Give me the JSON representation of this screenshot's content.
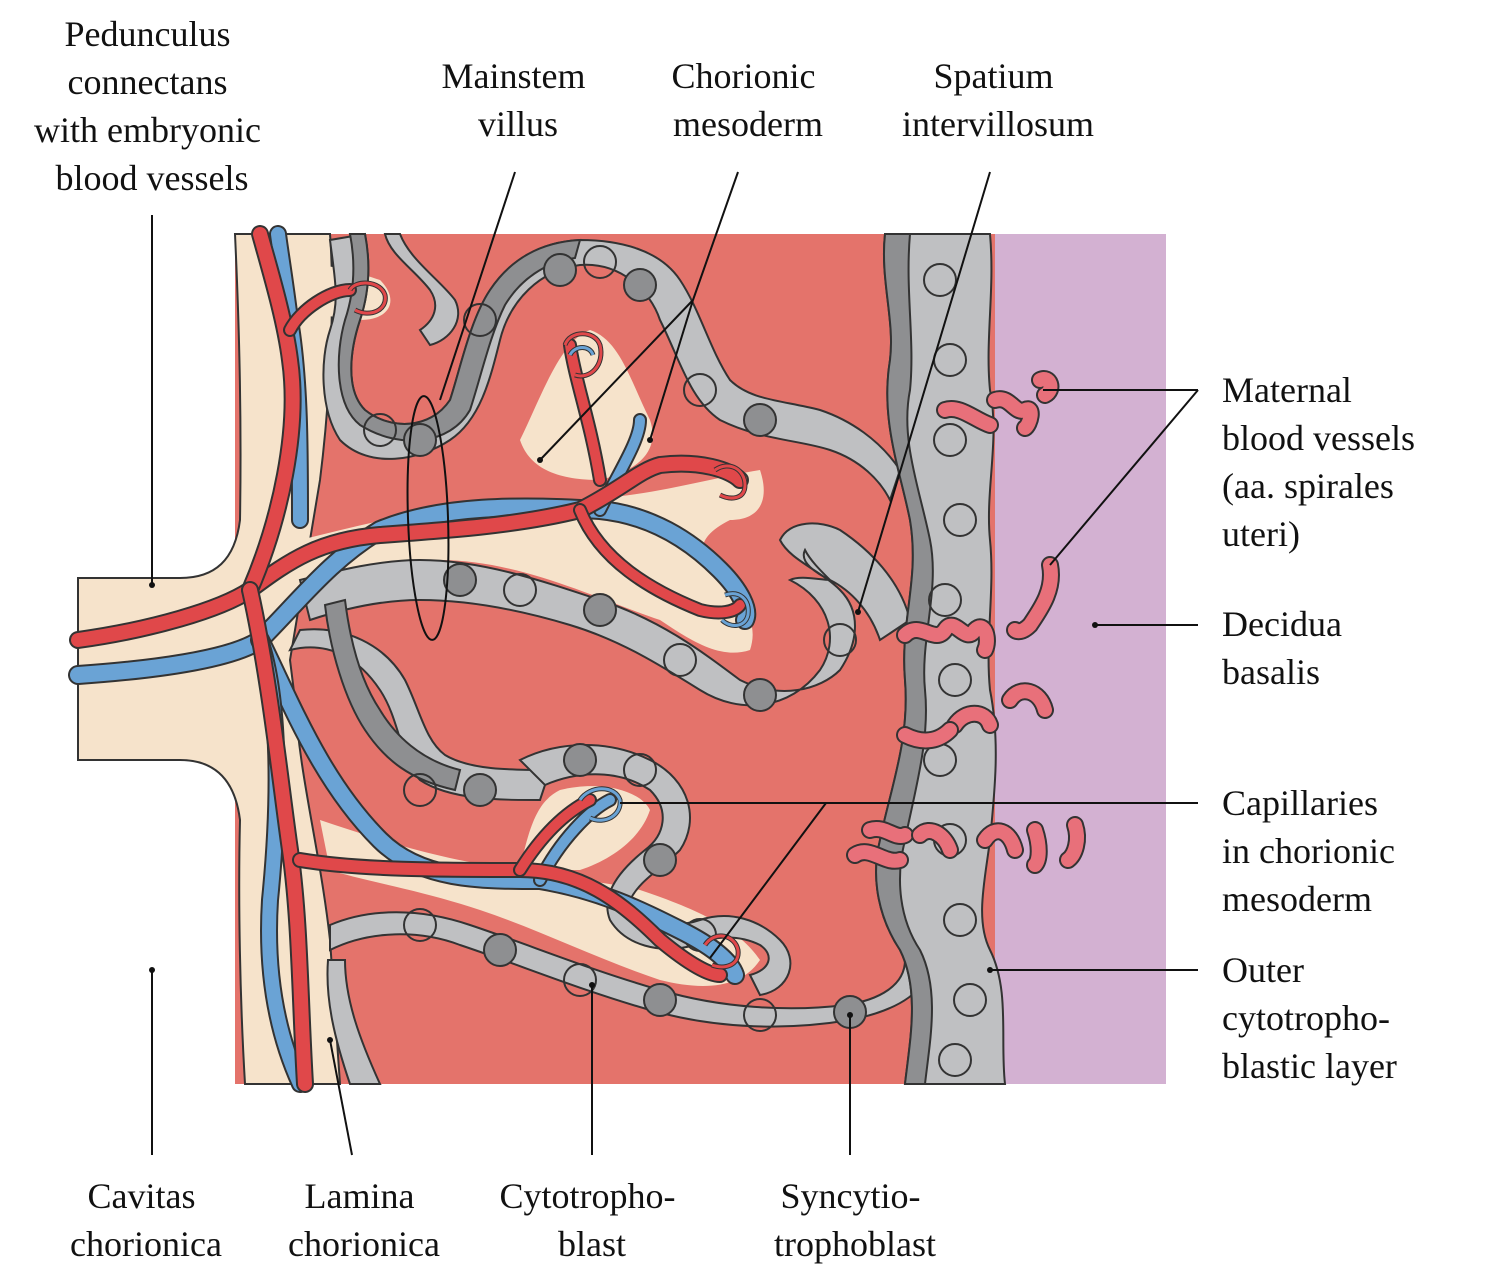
{
  "labels": {
    "pedunculus": [
      "Pedunculus",
      "connectans",
      "with embryonic",
      "blood vessels"
    ],
    "mainstem": [
      "Mainstem",
      "villus"
    ],
    "chorionic_mesoderm": [
      "Chorionic",
      "mesoderm"
    ],
    "spatium": [
      "Spatium",
      "intervillosum"
    ],
    "maternal_vessels": [
      "Maternal",
      "blood vessels",
      "(aa. spirales",
      "uteri)"
    ],
    "decidua": [
      "Decidua",
      "basalis"
    ],
    "capillaries": [
      "Capillaries",
      "in chorionic",
      "mesoderm"
    ],
    "outer_layer": [
      "Outer",
      "cytotropho-",
      "blastic layer"
    ],
    "cavitas": [
      "Cavitas",
      "chorionica"
    ],
    "lamina": [
      "Lamina",
      "chorionica"
    ],
    "cytotrophoblast": [
      "Cytotropho-",
      "blast"
    ],
    "syncytio": [
      "Syncytio-",
      "trophoblast"
    ]
  },
  "colors": {
    "mesoderm": "#f6e3cb",
    "intervillous_blood": "#e4736b",
    "decidua": "#d3b1d2",
    "artery": "#e0484a",
    "vein": "#6aa3d5",
    "trophoblast_light": "#bfc0c2",
    "trophoblast_dark": "#8e8f91",
    "spiral_artery": "#e8707a"
  }
}
